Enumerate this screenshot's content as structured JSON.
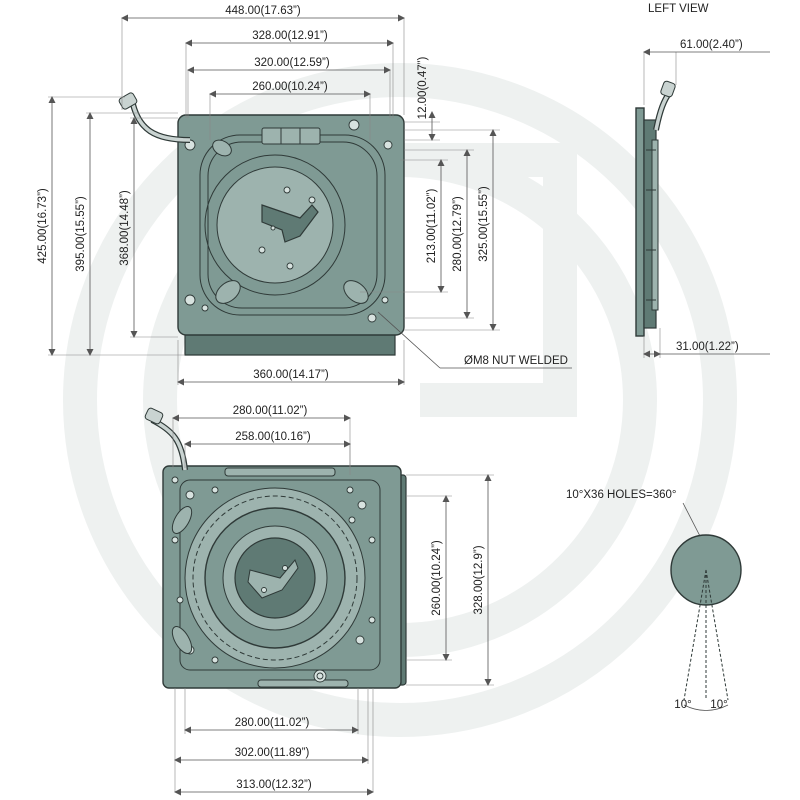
{
  "view_label": "LEFT VIEW",
  "callouts": {
    "nut": "ØM8 NUT WELDED",
    "holes": "10°X36 HOLES=360°",
    "angle_left": "10°",
    "angle_right": "10°"
  },
  "top_view": {
    "width_448": "448.00(17.63”)",
    "width_328": "328.00(12.91”)",
    "width_320": "320.00(12.59”)",
    "width_260": "260.00(10.24”)",
    "width_360": "360.00(14.17”)",
    "height_425": "425.00(16.73”)",
    "height_395": "395.00(15.55”)",
    "height_368": "368.00(14.48”)",
    "height_12": "12.00(0.47”)",
    "height_213": "213.00(11.02”)",
    "height_280": "280.00(12.79”)",
    "height_325": "325.00(15.55”)"
  },
  "left_view": {
    "depth_61": "61.00(2.40”)",
    "depth_31": "31.00(1.22”)"
  },
  "bottom_view": {
    "width_280_top": "280.00(11.02”)",
    "width_258": "258.00(10.16”)",
    "height_260": "260.00(10.24”)",
    "height_328": "328.00(12.9”)",
    "width_280_bottom": "280.00(11.02”)",
    "width_302": "302.00(11.89”)",
    "width_313": "313.00(12.32”)"
  }
}
